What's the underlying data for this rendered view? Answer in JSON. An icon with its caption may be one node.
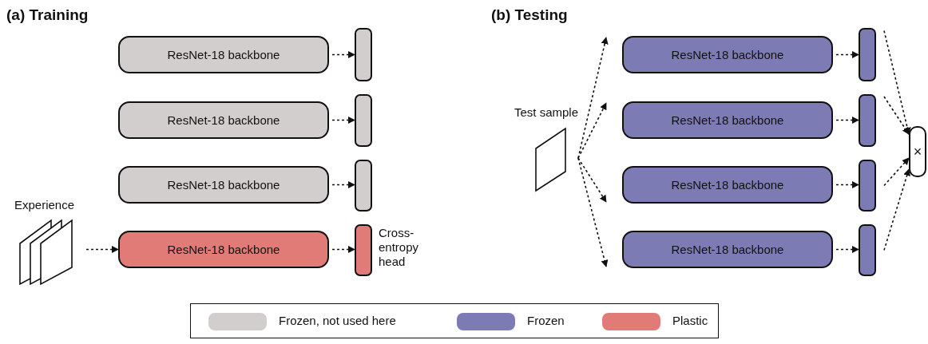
{
  "diagram": {
    "nodes": [
      {
        "text": [
          "ResNet-18 backbone"
        ]
      },
      {
        "text": [],
        "shape": "bar"
      },
      {
        "text": [
          "ResNet-18 backbone"
        ]
      },
      {
        "text": [],
        "shape": "bar"
      },
      {
        "text": [
          "ResNet-18 backbone"
        ]
      },
      {
        "text": [],
        "shape": "bar"
      },
      {
        "text": [
          "Experience"
        ]
      },
      {
        "text": [
          "ResNet-18 backbone"
        ]
      },
      {
        "text": [],
        "shape": "bar",
        "beside": [
          "Cross-entropy head"
        ]
      },
      {
        "text": [
          "Test sample"
        ]
      },
      {
        "text": [
          "ResNet-18 backbone"
        ]
      },
      {
        "text": [],
        "shape": "bar"
      },
      {
        "text": [
          "ResNet-18 backbone"
        ]
      },
      {
        "text": [],
        "shape": "bar"
      },
      {
        "text": [
          "ResNet-18 backbone"
        ]
      },
      {
        "text": [],
        "shape": "bar"
      },
      {
        "text": [
          "ResNet-18 backbone"
        ]
      },
      {
        "text": [],
        "shape": "bar"
      },
      {
        "text": [
          "×"
        ]
      }
    ],
    "edges": [
      {
        "from": 0,
        "to": 1,
        "arrow": "to",
        "style": "dashed"
      },
      {
        "from": 2,
        "to": 3,
        "arrow": "to",
        "style": "dashed"
      },
      {
        "from": 4,
        "to": 5,
        "arrow": "to",
        "style": "dashed"
      },
      {
        "from": 6,
        "to": 7,
        "arrow": "to",
        "style": "dashed"
      },
      {
        "from": 7,
        "to": 8,
        "arrow": "to",
        "style": "dashed"
      },
      {
        "from": 9,
        "to": 10,
        "arrow": "to",
        "style": "dashed"
      },
      {
        "from": 9,
        "to": 12,
        "arrow": "to",
        "style": "dashed"
      },
      {
        "from": 9,
        "to": 14,
        "arrow": "to",
        "style": "dashed"
      },
      {
        "from": 9,
        "to": 16,
        "arrow": "to",
        "style": "dashed"
      },
      {
        "from": 10,
        "to": 11,
        "arrow": "to",
        "style": "dashed"
      },
      {
        "from": 12,
        "to": 13,
        "arrow": "to",
        "style": "dashed"
      },
      {
        "from": 14,
        "to": 15,
        "arrow": "to",
        "style": "dashed"
      },
      {
        "from": 16,
        "to": 17,
        "arrow": "to",
        "style": "dashed"
      },
      {
        "from": 11,
        "to": 18,
        "arrow": "to",
        "style": "dashed"
      },
      {
        "from": 13,
        "to": 18,
        "arrow": "to",
        "style": "dashed"
      },
      {
        "from": 15,
        "to": 18,
        "arrow": "to",
        "style": "dashed"
      },
      {
        "from": 17,
        "to": 18,
        "arrow": "to",
        "style": "dashed"
      }
    ],
    "labels": [
      "(a) Training",
      "(b) Testing"
    ],
    "legend": [
      {
        "text": "Frozen, not used here",
        "color": "#d3cece"
      },
      {
        "text": "Frozen",
        "color": "#7d7bb3"
      },
      {
        "text": "Plastic",
        "color": "#e07b78"
      }
    ]
  }
}
